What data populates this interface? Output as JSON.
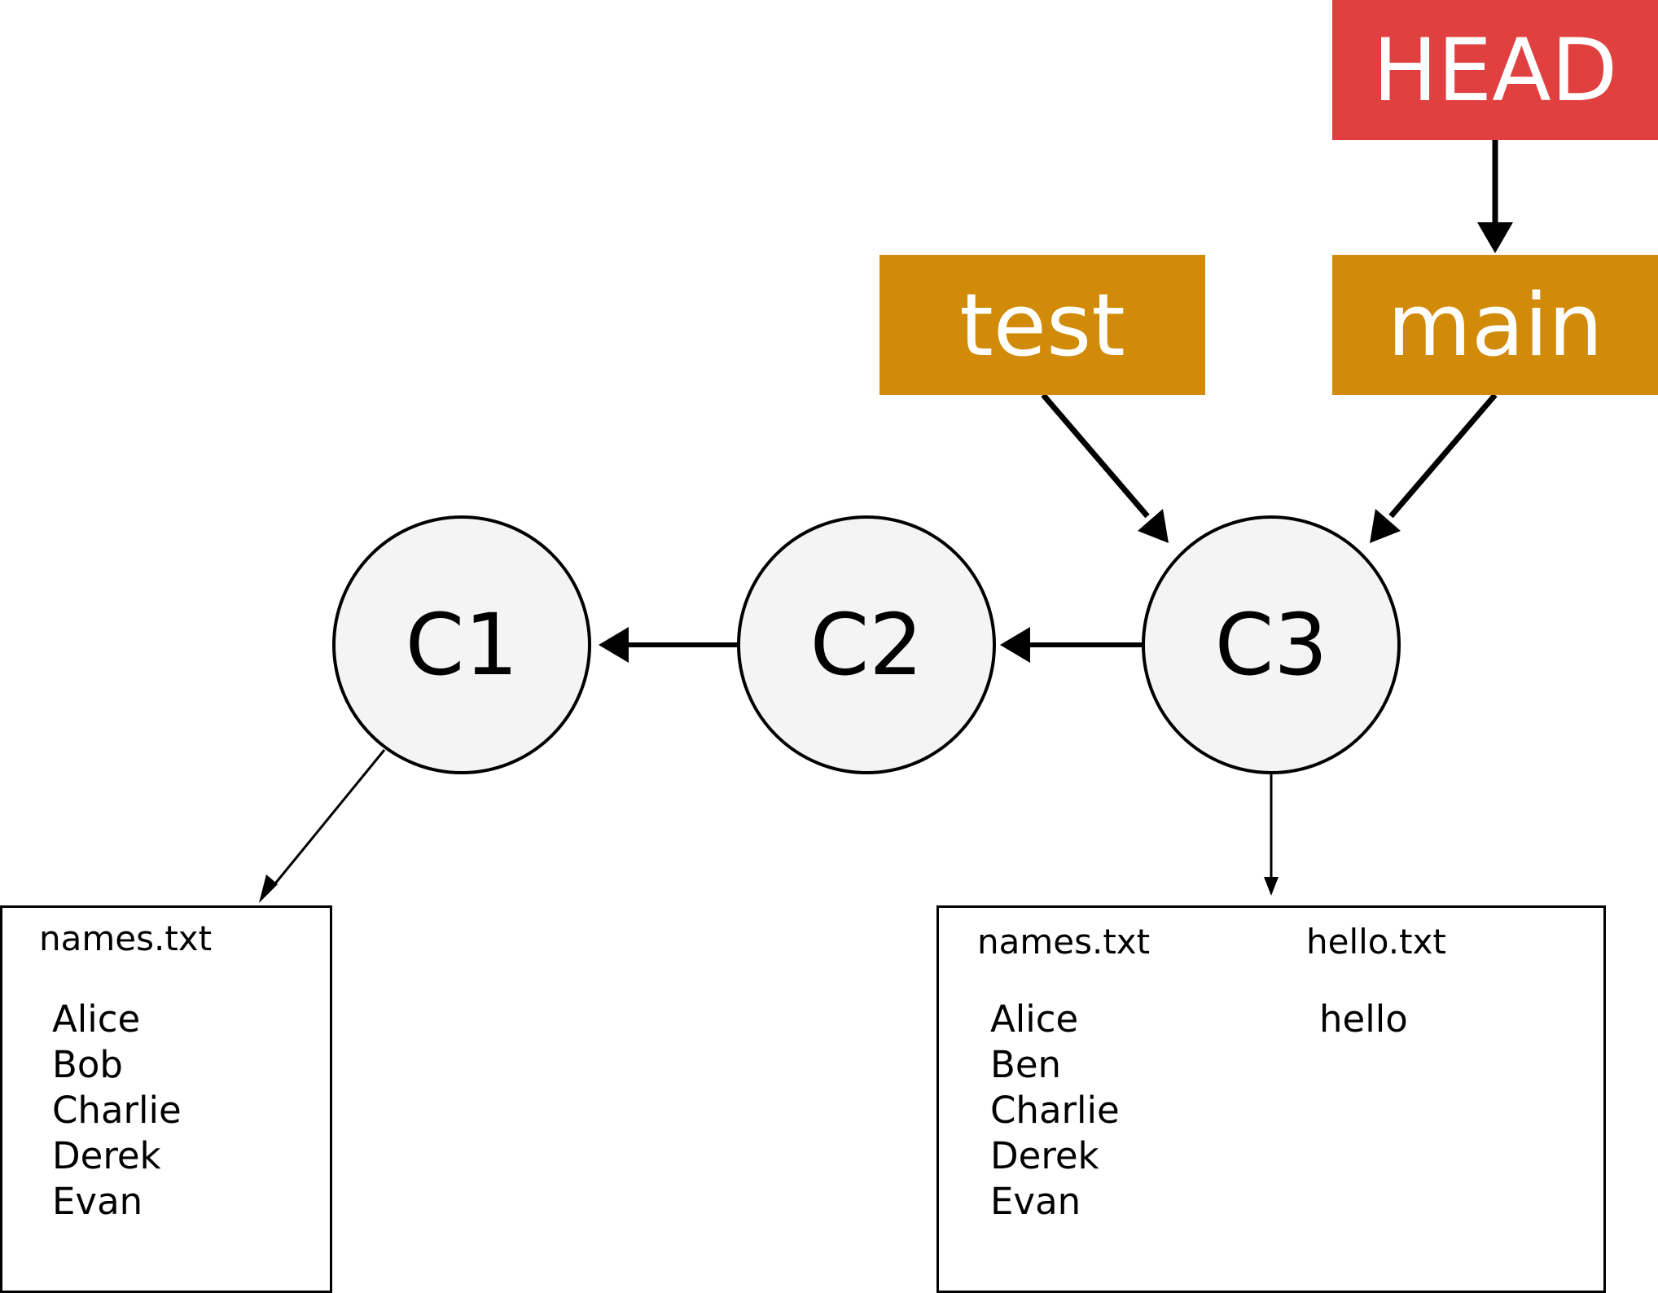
{
  "colors": {
    "head": "#e04040",
    "branch": "#d18b08",
    "commit_fill": "#f4f4f4",
    "stroke": "#000000",
    "ref_text": "#ffffff"
  },
  "refs": {
    "head": "HEAD",
    "test": "test",
    "main": "main"
  },
  "commits": [
    {
      "label": "C1"
    },
    {
      "label": "C2"
    },
    {
      "label": "C3"
    }
  ],
  "snapshots": {
    "c1": {
      "files": [
        {
          "name": "names.txt",
          "lines": [
            "Alice",
            "Bob",
            "Charlie",
            "Derek",
            "Evan"
          ]
        }
      ]
    },
    "c3": {
      "files": [
        {
          "name": "names.txt",
          "lines": [
            "Alice",
            "Ben",
            "Charlie",
            "Derek",
            "Evan"
          ]
        },
        {
          "name": "hello.txt",
          "lines": [
            "hello"
          ]
        }
      ]
    }
  }
}
